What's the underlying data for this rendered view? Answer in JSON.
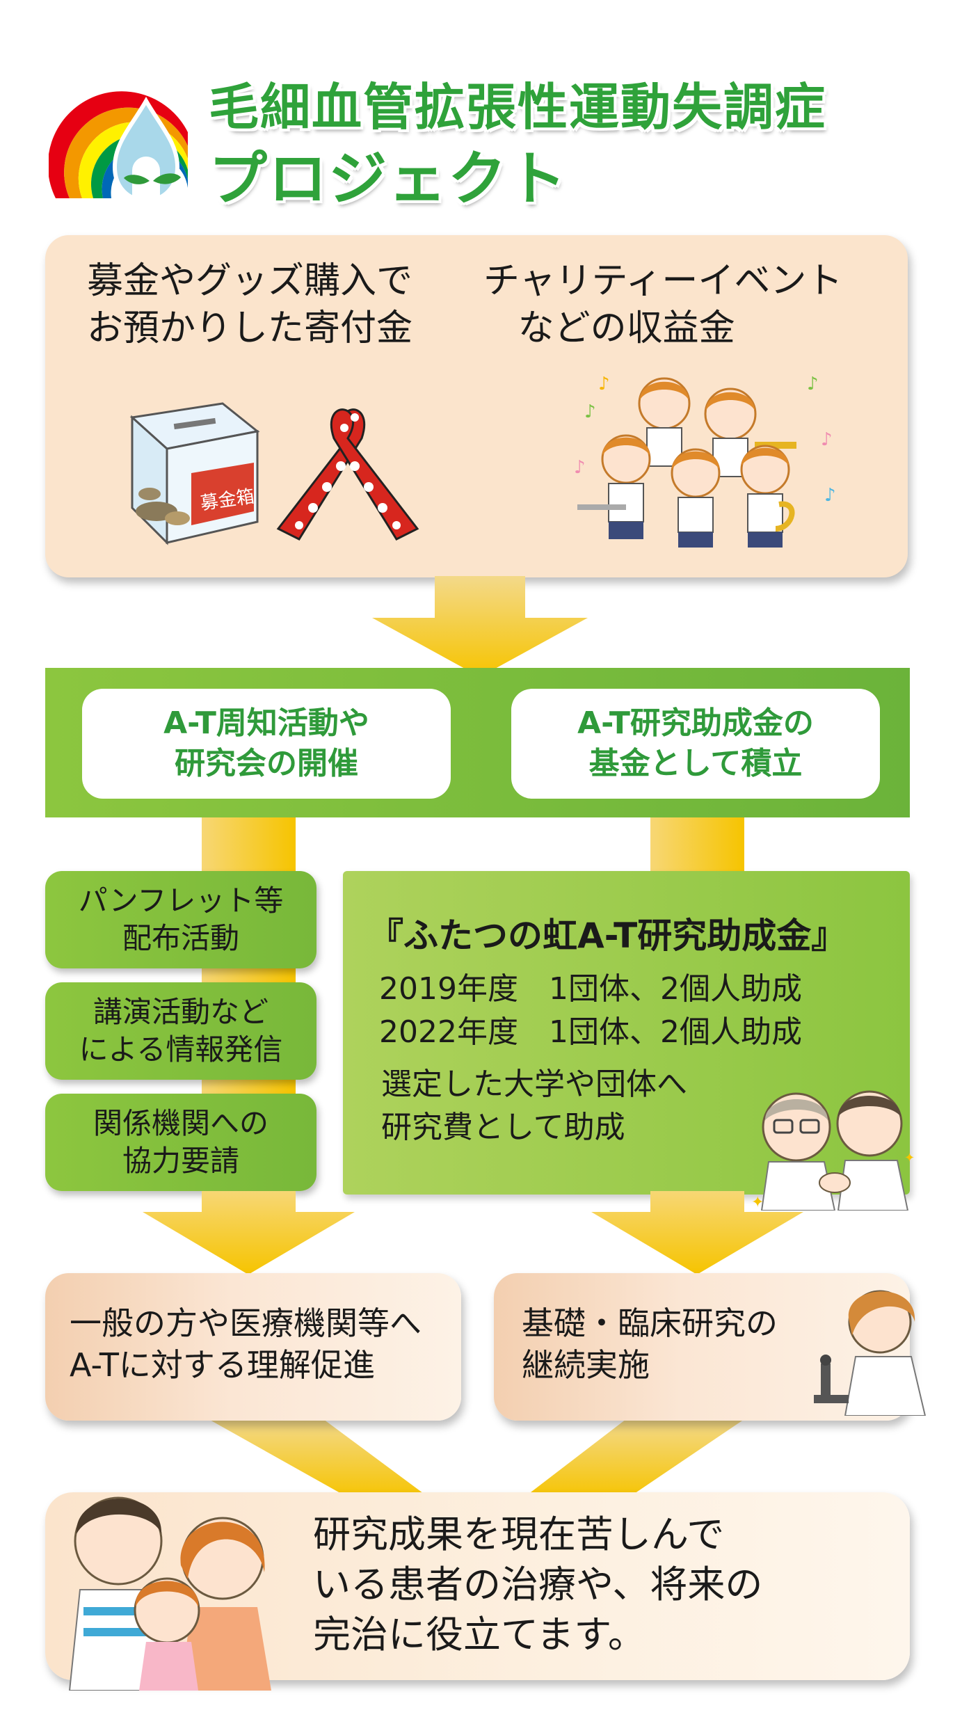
{
  "title": {
    "line1": "毛細血管拡張性運動失調症",
    "line2": "プロジェクト"
  },
  "sources": {
    "left": "募金やグッズ購入で\nお預かりした寄付金",
    "right": "チャリティーイベント\n   などの収益金",
    "donation_box_label": "募金箱"
  },
  "activities": {
    "left": "A-T周知活動や\n研究会の開催",
    "right": "A-T研究助成金の\n基金として積立"
  },
  "awareness_items": [
    "パンフレット等\n配布活動",
    "講演活動など\nによる情報発信",
    "関係機関への\n協力要請"
  ],
  "grant": {
    "title": "『ふたつの虹A-T研究助成金』",
    "years": [
      "2019年度　1団体、2個人助成",
      "2022年度　1団体、2個人助成"
    ],
    "description": "選定した大学や団体へ\n研究費として助成"
  },
  "outcomes": {
    "left": "一般の方や医療機関等へ\nA-Tに対する理解促進",
    "right": "基礎・臨床研究の\n継続実施"
  },
  "final": "研究成果を現在苦しんで\nいる患者の治療や、将来の\n完治に役立てます。",
  "colors": {
    "green_title": "#2fa23a",
    "green_band": "#7bbd3a",
    "peach": "#fbe4cc",
    "arrow_yellow": "#f6c400"
  }
}
